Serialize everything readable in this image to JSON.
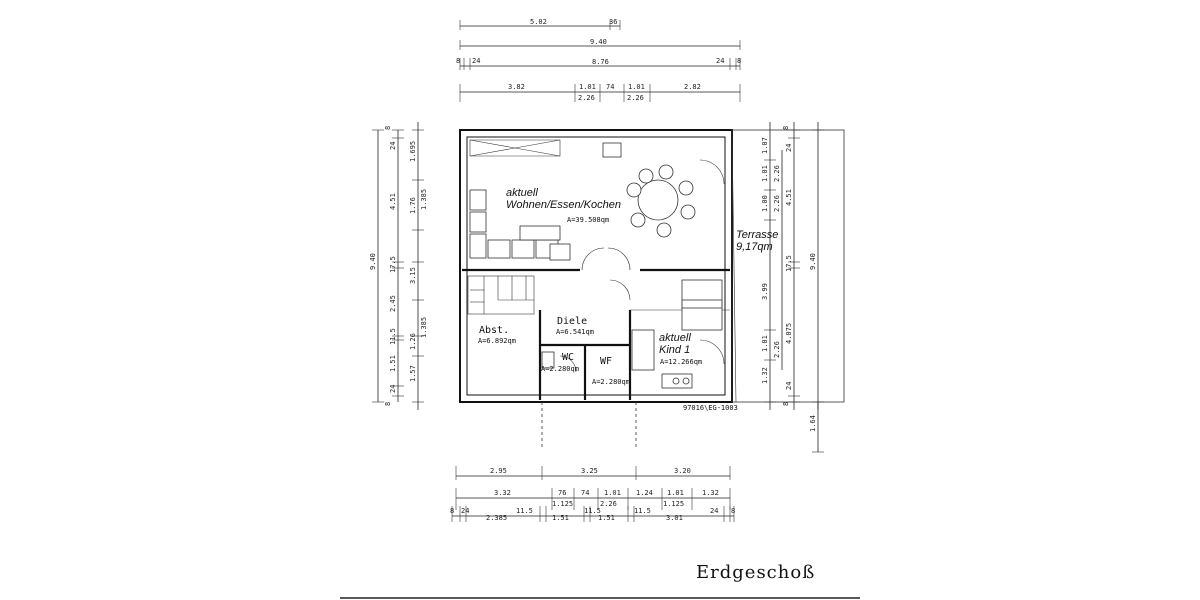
{
  "floor_title": "Erdgeschoß",
  "drawing_code": "97016\\EG-1003",
  "rooms": {
    "living": {
      "line1": "aktuell",
      "line2": "Wohnen/Essen/Kochen",
      "area": "A=39.508qm"
    },
    "terrace": {
      "line1": "Terrasse",
      "line2": "9,17qm"
    },
    "hall": {
      "name": "Diele",
      "area": "A=6.541qm"
    },
    "storage": {
      "name": "Abst.",
      "area": "A=6.892qm"
    },
    "child": {
      "line1": "aktuell",
      "line2": "Kind 1",
      "area": "A=12.266qm"
    },
    "wc1": {
      "name": "WC",
      "area": "A=2.280qm"
    },
    "wc2": {
      "name": "WF",
      "area": "A=2.280qm"
    }
  },
  "dims_top": {
    "row1": [
      "5.02",
      "36"
    ],
    "row2": [
      "9.40"
    ],
    "row3": [
      "8",
      "24",
      "8.76",
      "24",
      "8"
    ],
    "row4": [
      "3.82",
      "1.01",
      "74",
      "1.01",
      "2.82"
    ],
    "row4b": [
      "2.26",
      "2.26"
    ]
  },
  "dims_bottom": {
    "row1": [
      "2.95",
      "3.25",
      "3.20"
    ],
    "row2": [
      "3.32",
      "76",
      "74",
      "1.01",
      "1.24",
      "1.01",
      "1.32"
    ],
    "row2b": [
      "1.125",
      "2.26",
      "1.125"
    ],
    "row3": [
      "8",
      "24",
      "2.385",
      "11.5",
      "1.51",
      "11.5",
      "1.51",
      "11.5",
      "3.01",
      "24",
      "8"
    ]
  },
  "dims_left": {
    "outer": [
      "9.40"
    ],
    "mid": [
      "24",
      "4.51",
      "17.5",
      "2.45",
      "11.5",
      "1.51",
      "24"
    ],
    "inner": [
      "8",
      "1.695",
      "1.76",
      "1.385",
      "3.15",
      "1.26",
      "1.385",
      "1.57",
      "8"
    ]
  },
  "dims_right": {
    "inner": [
      "1.07",
      "1.01",
      "1.00",
      "3.99",
      "1.01",
      "1.32"
    ],
    "inner2": [
      "2.26",
      "2.26",
      "2.26"
    ],
    "mid": [
      "8",
      "24",
      "4.51",
      "17.5",
      "4.075",
      "24",
      "8"
    ],
    "outer": [
      "9.40"
    ],
    "extra": [
      "1.64"
    ]
  }
}
